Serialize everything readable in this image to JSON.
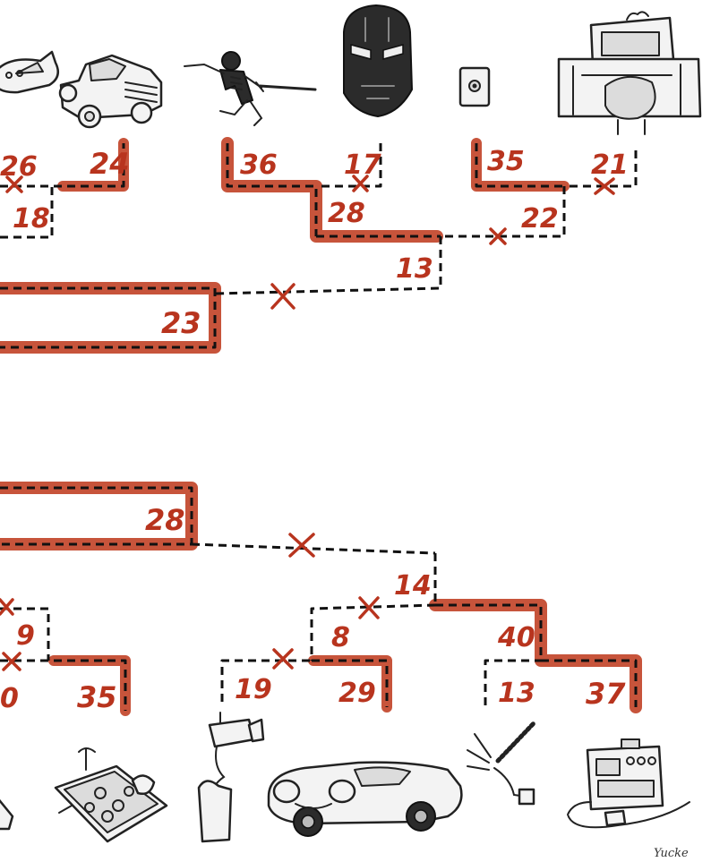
{
  "top_tree": {
    "leaf_values": [
      "26",
      "24",
      "36",
      "17",
      "35",
      "21"
    ],
    "level1_values": [
      "18",
      "28",
      "22"
    ],
    "level2_values": [
      "13"
    ],
    "level3_values": [
      "23"
    ]
  },
  "bottom_tree": {
    "leaf_values": [
      "0",
      "35",
      "19",
      "29",
      "13",
      "37"
    ],
    "level1_values": [
      "9",
      "8",
      "40"
    ],
    "level2_values": [
      "14"
    ],
    "level3_values": [
      "28"
    ]
  },
  "top_icons": [
    "airplane-icon",
    "jeep-icon",
    "skeleton-swordsman-icon",
    "iron-helmet-icon",
    "doorbell-icon",
    "arcade-machine-icon"
  ],
  "bottom_icons": [
    "pointy-object-icon",
    "circuit-board-icon",
    "camera-pole-icon",
    "sports-car-icon",
    "cable-plug-icon",
    "radio-device-icon"
  ],
  "signature": "Yucke",
  "colors": {
    "highlight": "#c2452a",
    "number": "#b8341e",
    "ink": "#111111"
  }
}
